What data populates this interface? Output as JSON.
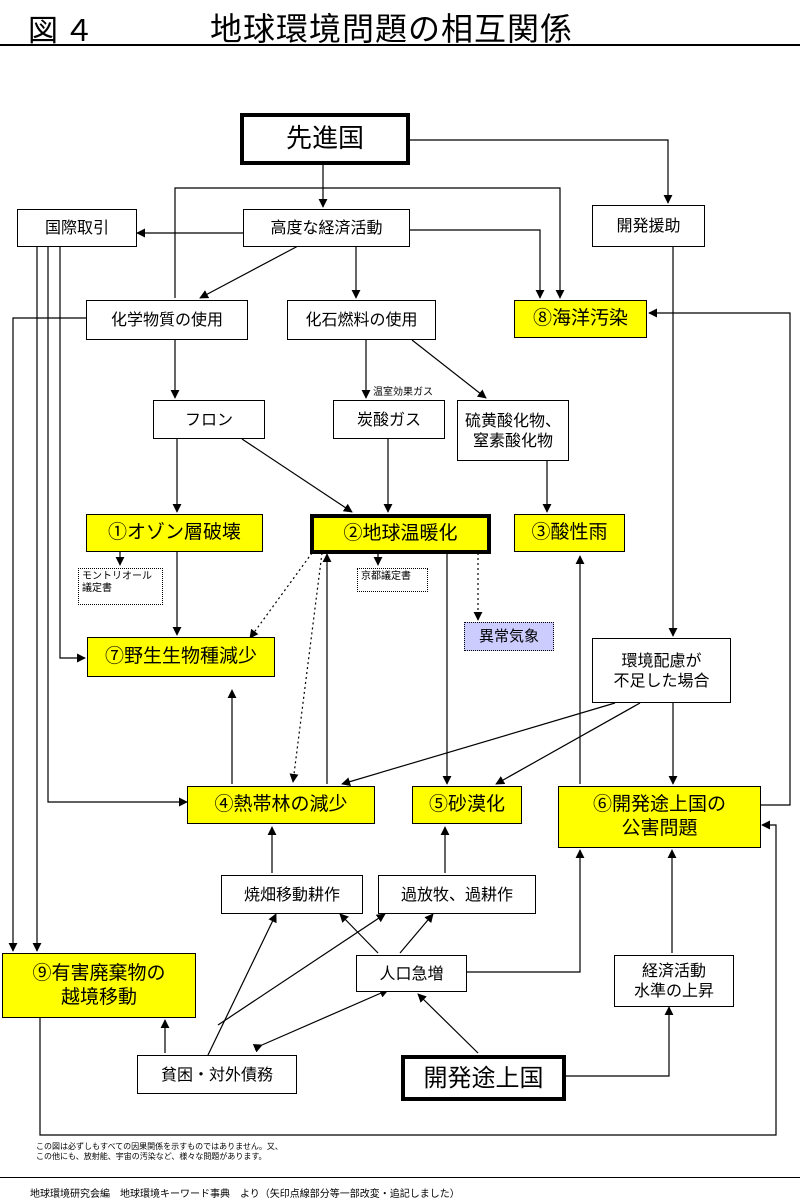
{
  "header": {
    "figure_label": "図４",
    "title": "地球環境問題の相互関係"
  },
  "nodes": {
    "developed": "先進国",
    "intl_trade": "国際取引",
    "economic_activity": "高度な経済活動",
    "dev_aid": "開発援助",
    "chemicals": "化学物質の使用",
    "fossil_fuels": "化石燃料の使用",
    "marine_pollution": "⑧海洋汚染",
    "freon": "フロン",
    "co2": "炭酸ガス",
    "sox_nox": "硫黄酸化物、\n窒素酸化物",
    "ozone": "①オゾン層破壊",
    "warming": "②地球温暖化",
    "acid_rain": "③酸性雨",
    "abnormal_weather": "異常気象",
    "wildlife": "⑦野生生物種減少",
    "insufficient_env": "環境配慮が\n不足した場合",
    "tropical_forest": "④熱帯林の減少",
    "desertification": "⑤砂漠化",
    "dev_pollution": "⑥開発途上国の\n公害問題",
    "slash_burn": "焼畑移動耕作",
    "overgrazing": "過放牧、過耕作",
    "hazardous_waste": "⑨有害廃棄物の\n越境移動",
    "population": "人口急増",
    "economic_level": "経済活動\n水準の上昇",
    "poverty": "貧困・対外債務",
    "developing": "開発途上国"
  },
  "notes": {
    "montreal": "モントリオール\n議定書",
    "kyoto": "京都議定書",
    "greenhouse_gas": "温室効果ガス"
  },
  "footnote": "この図は必ずしもすべての因果関係を示すものではありません。又、\nこの他にも、放射能、宇宙の汚染など、様々な問題があります。",
  "credit": "地球環境研究会編　地球環境キーワード事典　より（矢印点線部分等一部改変・追記しました）",
  "colors": {
    "highlight": "#ffff00",
    "weather_box": "#ccccff",
    "line": "#000000"
  }
}
